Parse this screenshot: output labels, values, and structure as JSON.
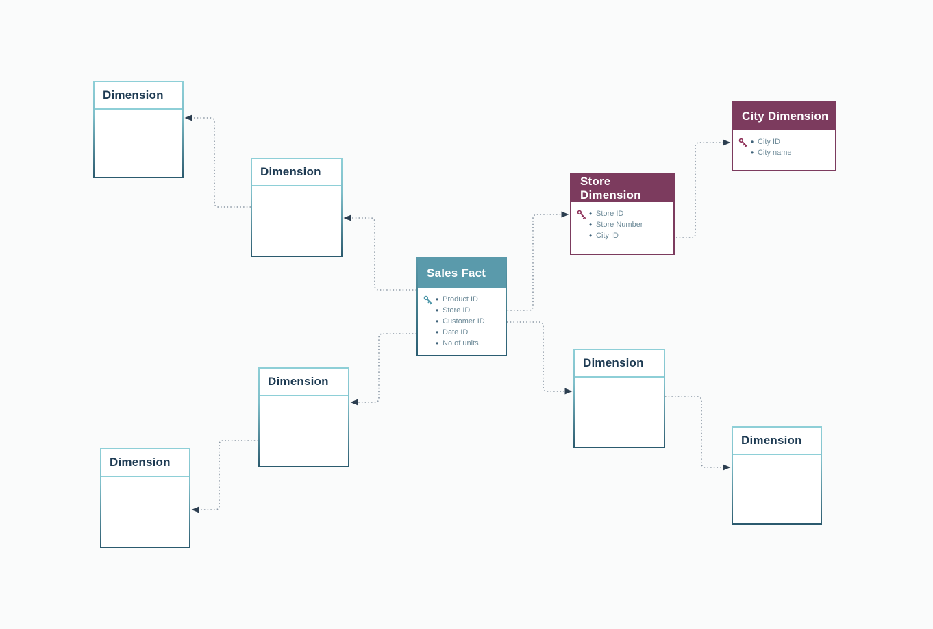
{
  "diagram_type": "snowflake-schema",
  "colors": {
    "background": "#fafbfb",
    "teal_header": "#5a9aab",
    "maroon_header": "#7c3b5e",
    "dimension_border_light": "#8ecfd7",
    "dimension_border_dark": "#2b5a6e",
    "header_text": "#1d3a52",
    "field_text": "#6d8a98",
    "connector_line": "#8a97a4",
    "arrowhead": "#2c3e50"
  },
  "boxes": [
    {
      "id": "dimension-top-left",
      "type": "dimension",
      "title": "Dimension",
      "fields": []
    },
    {
      "id": "dimension-upper-left",
      "type": "dimension",
      "title": "Dimension",
      "fields": []
    },
    {
      "id": "sales-fact",
      "type": "fact",
      "title": "Sales Fact",
      "has_key_icon": true,
      "fields": [
        "Product ID",
        "Store ID",
        "Customer ID",
        "Date ID",
        "No of units"
      ]
    },
    {
      "id": "store-dimension",
      "type": "named-dimension",
      "title": "Store Dimension",
      "has_key_icon": true,
      "fields": [
        "Store ID",
        "Store Number",
        "City ID"
      ]
    },
    {
      "id": "city-dimension",
      "type": "named-dimension",
      "title": "City Dimension",
      "has_key_icon": true,
      "fields": [
        "City ID",
        "City name"
      ]
    },
    {
      "id": "dimension-mid-left",
      "type": "dimension",
      "title": "Dimension",
      "fields": []
    },
    {
      "id": "dimension-bottom-left",
      "type": "dimension",
      "title": "Dimension",
      "fields": []
    },
    {
      "id": "dimension-right",
      "type": "dimension",
      "title": "Dimension",
      "fields": []
    },
    {
      "id": "dimension-bottom-right",
      "type": "dimension",
      "title": "Dimension",
      "fields": []
    }
  ],
  "relationships": [
    {
      "from": "sales-fact",
      "from_field": "Store ID",
      "to": "store-dimension"
    },
    {
      "from": "store-dimension",
      "from_field": "City ID",
      "to": "city-dimension"
    },
    {
      "from": "sales-fact",
      "from_field": "Customer ID",
      "to": "dimension-right"
    },
    {
      "from": "sales-fact",
      "from_field": "",
      "to": "dimension-upper-left"
    },
    {
      "from": "dimension-upper-left",
      "from_field": "",
      "to": "dimension-top-left"
    },
    {
      "from": "sales-fact",
      "from_field": "",
      "to": "dimension-mid-left"
    },
    {
      "from": "dimension-mid-left",
      "from_field": "",
      "to": "dimension-bottom-left"
    },
    {
      "from": "dimension-right",
      "from_field": "",
      "to": "dimension-bottom-right"
    }
  ]
}
